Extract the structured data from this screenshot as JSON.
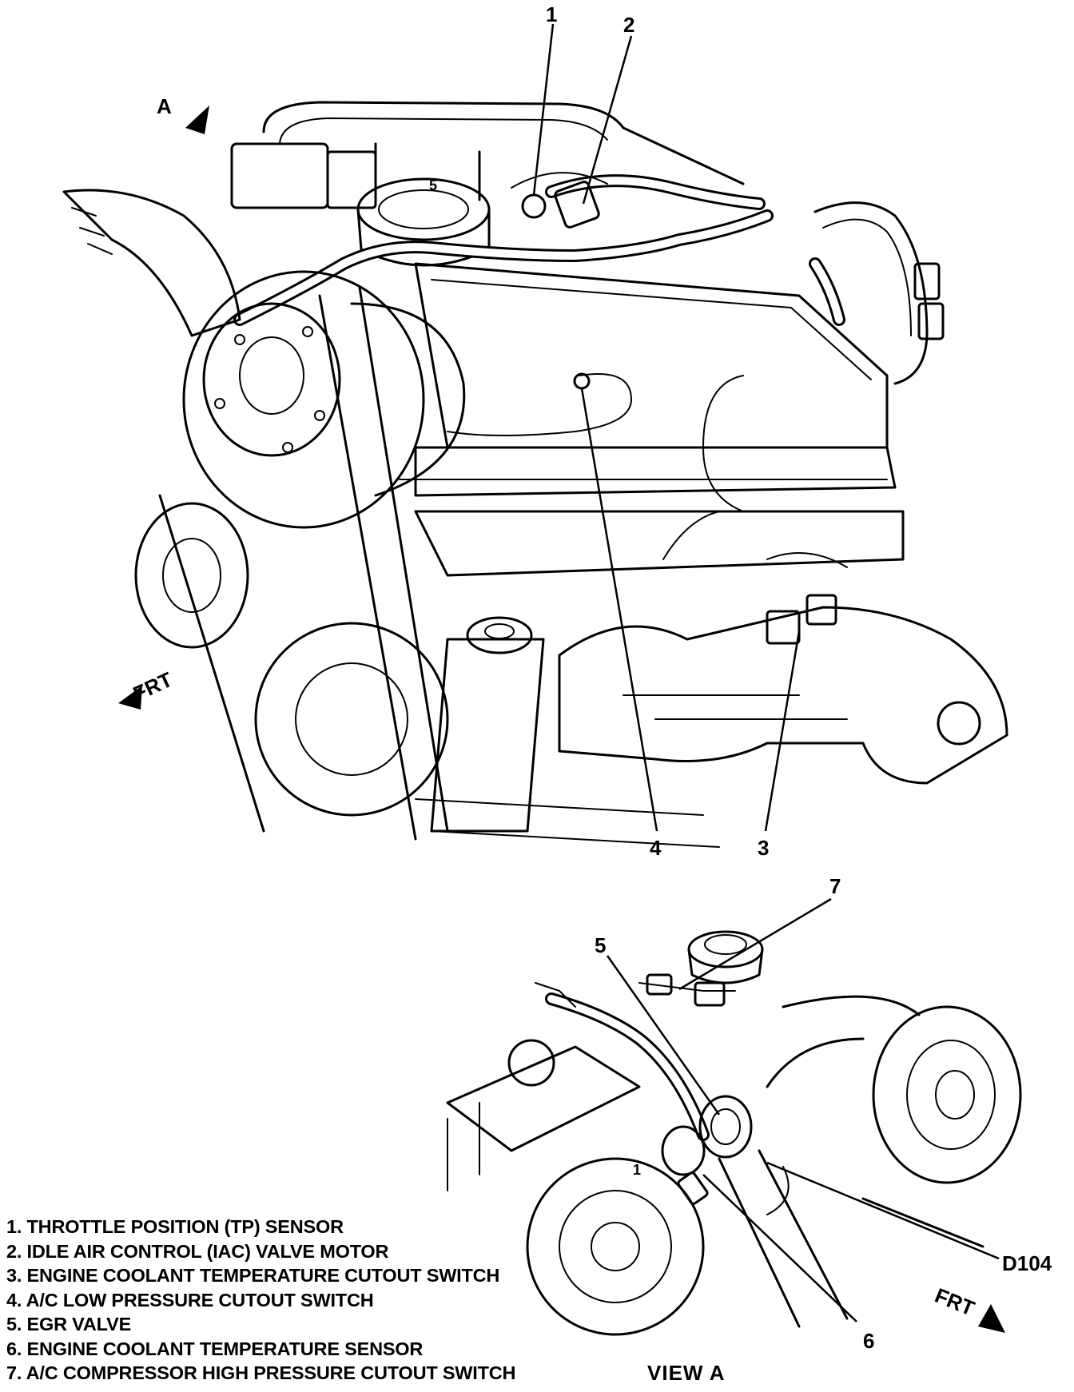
{
  "callouts": {
    "c1": "1",
    "c2": "2",
    "c3": "3",
    "c4": "4",
    "c5": "5",
    "c6": "6",
    "c7": "7",
    "d104": "D104",
    "small1": "1",
    "small5": "5"
  },
  "directions": {
    "view_a_arrow": "A",
    "front_main": "FRT",
    "front_view": "FRT"
  },
  "legend": [
    "1. THROTTLE POSITION (TP) SENSOR",
    "2. IDLE AIR CONTROL (IAC) VALVE MOTOR",
    "3. ENGINE COOLANT TEMPERATURE CUTOUT SWITCH",
    "4. A/C LOW  PRESSURE CUTOUT SWITCH",
    "5. EGR VALVE",
    "6. ENGINE COOLANT TEMPERATURE SENSOR",
    "7. A/C COMPRESSOR HIGH PRESSURE CUTOUT SWITCH"
  ],
  "view_title": "VIEW  A"
}
